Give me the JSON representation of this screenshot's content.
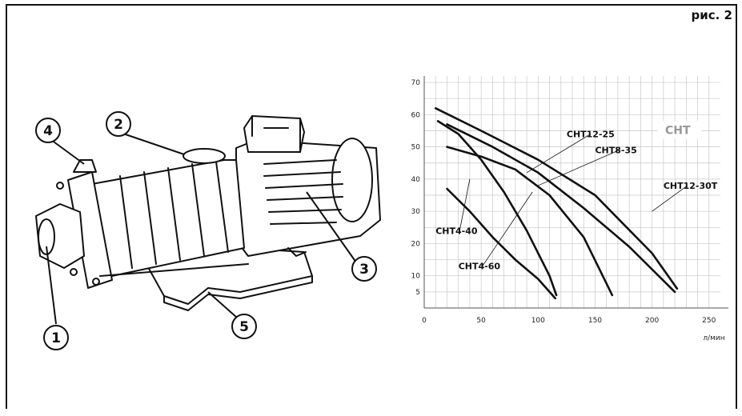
{
  "figure_label": "рис. 2",
  "pump_callouts": [
    "1",
    "2",
    "3",
    "4",
    "5"
  ],
  "chart_data": {
    "type": "line",
    "title": "",
    "badge": "СНТ",
    "xlabel": "л/мин",
    "ylabel": "",
    "x_ticks": [
      "0",
      "50",
      "100",
      "150",
      "200",
      "250"
    ],
    "y_ticks": [
      "5",
      "10",
      "20",
      "30",
      "40",
      "50",
      "60",
      "70"
    ],
    "xlim": [
      0,
      260
    ],
    "ylim": [
      0,
      72
    ],
    "grid": true,
    "series": [
      {
        "name": "СНТ4-40",
        "x": [
          12,
          30,
          50,
          70,
          90,
          110,
          116
        ],
        "y": [
          58,
          54,
          46,
          36,
          24,
          10,
          4
        ]
      },
      {
        "name": "СНТ4-60",
        "x": [
          20,
          40,
          60,
          80,
          100,
          115
        ],
        "y": [
          37,
          30,
          22,
          15,
          9,
          3
        ]
      },
      {
        "name": "СНТ8-35",
        "x": [
          20,
          50,
          80,
          110,
          140,
          165
        ],
        "y": [
          50,
          47,
          43,
          35,
          22,
          4
        ]
      },
      {
        "name": "СНТ12-25",
        "x": [
          20,
          60,
          100,
          140,
          180,
          220
        ],
        "y": [
          57,
          50,
          42,
          31,
          19,
          5
        ]
      },
      {
        "name": "СНТ12-30Т",
        "x": [
          10,
          50,
          100,
          150,
          200,
          222
        ],
        "y": [
          62,
          55,
          46,
          35,
          17,
          6
        ]
      }
    ],
    "label_order_right": [
      "СНТ12-25",
      "СНТ8-35",
      "СНТ12-30Т"
    ],
    "label_order_left": [
      "СНТ4-40",
      "СНТ4-60"
    ]
  }
}
